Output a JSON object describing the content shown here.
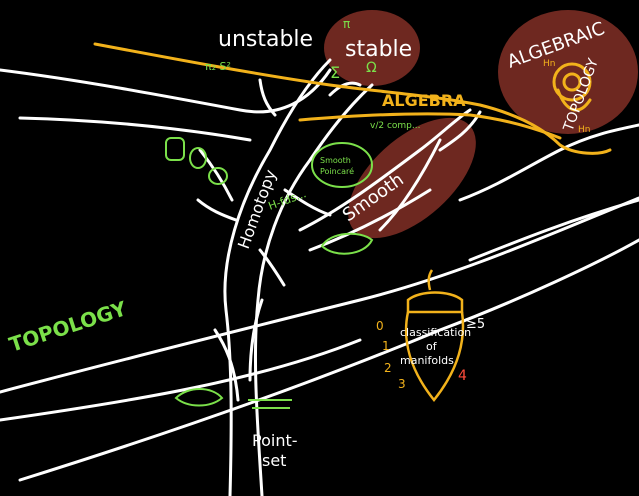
{
  "colors": {
    "background": "#000000",
    "branch": "#ffffff",
    "algebra_vine": "#f2b21b",
    "region": "#7a2a22",
    "labels_green": "#7be04a",
    "labels_yellow": "#f2b21b",
    "highlight_red": "#ff4b3a"
  },
  "labels": {
    "topology": "TOPOLOGY",
    "homotopy": "Homotopy",
    "point_set": "Point-",
    "point_set_2": "set",
    "unstable": "unstable",
    "stable": "stable",
    "algebra": "ALGEBRA",
    "algebraic_topology_1": "ALGEBRAIC",
    "algebraic_topology_2": "TOPOLOGY",
    "smooth": "Smooth",
    "smooth_poincare_1": "Smooth",
    "smooth_poincare_2": "Poincaré",
    "classification_1": "classification",
    "classification_2": "of",
    "classification_3": "manifolds",
    "pi_s": "π",
    "h_mfds": "H-fds...",
    "unstable_note": "π₂ S²",
    "bracket_note": "v/2 comp...",
    "sigma_note": "Σ",
    "omega_note": "Ω",
    "hn": "Hn",
    "hn2": "Hn",
    "dim_0": "0",
    "dim_1": "1",
    "dim_2": "2",
    "dim_3": "3",
    "dim_4": "4",
    "dim_ge5": "≥5"
  }
}
